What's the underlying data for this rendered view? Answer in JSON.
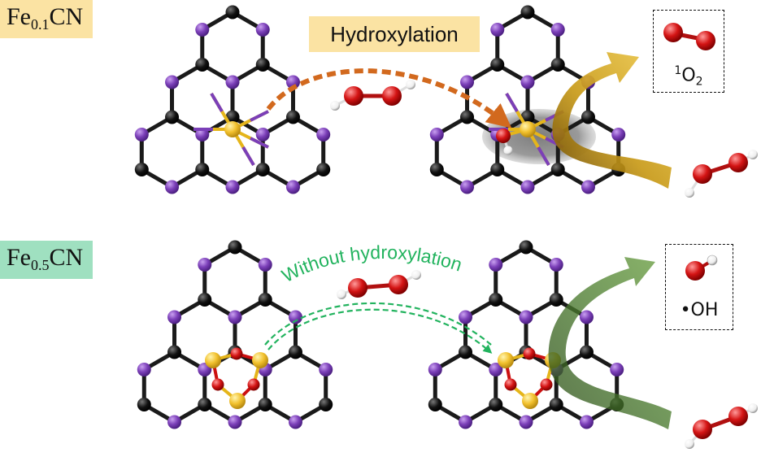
{
  "labels": {
    "top_prefix": "Fe",
    "top_sub": "0.1",
    "top_suffix": "CN",
    "bottom_prefix": "Fe",
    "bottom_sub": "0.5",
    "bottom_suffix": "CN"
  },
  "top_path_label": "Hydroxylation",
  "bottom_path_label": "Without hydroxylation",
  "products": {
    "top_sup": "1",
    "top_main": "O",
    "top_sub": "2",
    "bottom": "•OH"
  },
  "colors": {
    "carbon": "#111111",
    "nitrogen": "#7b3fb8",
    "iron": "#f2c12e",
    "oxygen": "#cc1010",
    "hydrogen": "#ffffff",
    "top_label_bg": "#fbe3a3",
    "bottom_label_bg": "#9fe0c0",
    "hydroxylation_arrow": "#d2691e",
    "no_hydroxylation_arrow": "#22b35e",
    "golden_arrow": "#c89a18",
    "green_arrow": "#4a7a2e"
  }
}
